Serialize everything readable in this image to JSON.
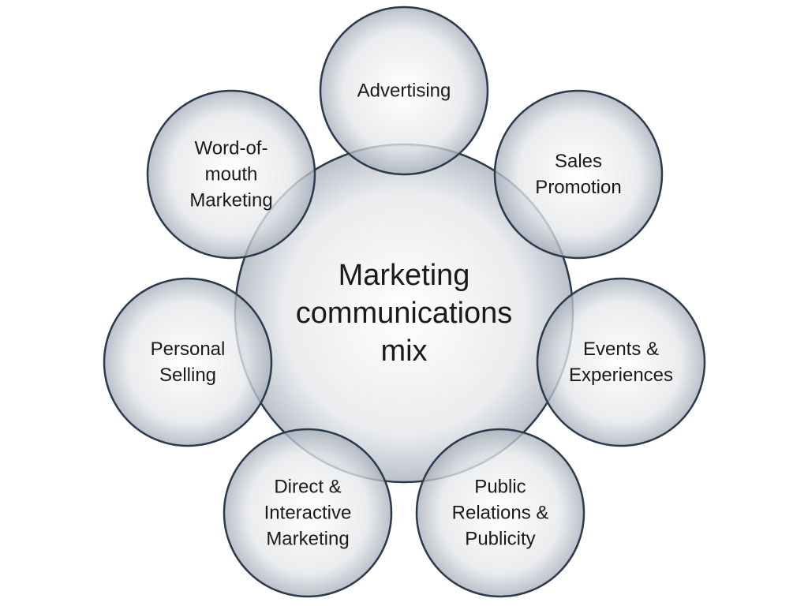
{
  "diagram": {
    "center": {
      "label": "Marketing\ncommunications\nmix"
    },
    "nodes": [
      {
        "id": "advertising",
        "label": "Advertising"
      },
      {
        "id": "sales-promotion",
        "label": "Sales\nPromotion"
      },
      {
        "id": "events-experiences",
        "label": "Events &\nExperiences"
      },
      {
        "id": "public-relations",
        "label": "Public\nRelations &\nPublicity"
      },
      {
        "id": "direct-interactive",
        "label": "Direct &\nInteractive\nMarketing"
      },
      {
        "id": "personal-selling",
        "label": "Personal\nSelling"
      },
      {
        "id": "word-of-mouth",
        "label": "Word-of-\nmouth\nMarketing"
      }
    ],
    "colors": {
      "circle_fill_center": "#ffffff",
      "circle_fill_mid": "#e4e6e9",
      "circle_fill_edge": "#a8b0bc",
      "circle_stroke": "#2c3a4e",
      "text": "#1a1a1a"
    }
  }
}
